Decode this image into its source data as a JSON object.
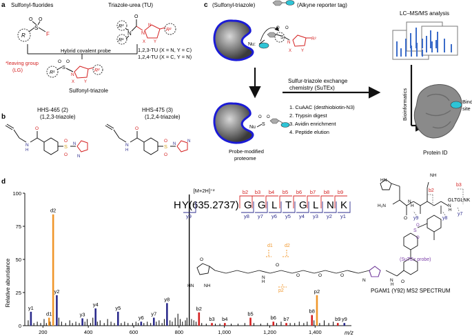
{
  "panel_a": {
    "letter": "a",
    "sulfonyl_fluorides": "Sulfonyl-fluorides",
    "triazole_urea": "Triazole-urea (TU)",
    "hybrid_probe": "Hybrid covalent probe",
    "tu_123": "1,2,3-TU (X = N, Y = C)",
    "tu_124": "1,2,4-TU (X = C, Y = N)",
    "leaving_group_1": "*leaving group",
    "leaving_group_2": "(LG)",
    "sulfonyl_triazole": "Sulfonyl-triazole",
    "atom_S": "S",
    "atom_F": "F",
    "atom_R": "R",
    "atom_R1": "R¹",
    "atom_R2": "R²",
    "atom_R3": "R³",
    "atom_N": "N",
    "atom_O": "O",
    "atom_X": "X",
    "atom_Y": "Y"
  },
  "panel_b": {
    "letter": "b",
    "probe1_name": "HHS-465 (2)",
    "probe1_sub": "(1,2,3-triazole)",
    "probe2_name": "HHS-475 (3)",
    "probe2_sub": "(1,2,4-triazole)",
    "atom_N": "N",
    "atom_H": "H",
    "atom_S": "S",
    "atom_O": "O"
  },
  "panel_c": {
    "letter": "c",
    "sulfonyl_triazole_tag": "(Sulfonyl-triazole)",
    "alkyne_tag": "(Alkyne reporter tag)",
    "nu": "Nu:",
    "nu2": "Nu",
    "sutex_1": "Sulfur-triazole exchange",
    "sutex_2": "chemistry (SuTEx)",
    "steps": [
      "1. CuAAC (desthiobiotin-N3)",
      "2. Trypsin digest",
      "3. Avidin enrichment",
      "4. Peptide elution"
    ],
    "probe_modified_1": "Probe-modified",
    "probe_modified_2": "proteome",
    "lcms": "LC–MS/MS analysis",
    "bioinformatics": "Bioinformatics",
    "binding_site_1": "Binding",
    "binding_site_2": "site ID",
    "protein_id": "Protein ID",
    "atom_R2": "R²",
    "atom_N": "N",
    "atom_X": "X",
    "atom_Y": "Y",
    "atom_S": "S",
    "atom_O": "O"
  },
  "panel_d": {
    "letter": "d",
    "precursor": "[M+2H]⁺²",
    "sequence_prefix": "H",
    "sequence_mod": "Y(635.2737)",
    "sequence_rest": [
      "G",
      "G",
      "L",
      "T",
      "G",
      "L",
      "N",
      "K"
    ],
    "b_ions": [
      "b2",
      "b3",
      "b4",
      "b5",
      "b6",
      "b7",
      "b8",
      "b9"
    ],
    "y_ions": [
      "y9",
      "y8",
      "y7",
      "y6",
      "y5",
      "y4",
      "y3",
      "y2",
      "y1"
    ],
    "peptide_label": "GLTGLNK",
    "sutex_probe": "(SuTEx probe)",
    "spectrum_title": "PGAM1 (Y92) MS2 SPECTRUM",
    "fragment_labels": {
      "d1": "d1",
      "d2": "d2",
      "p2": "p2",
      "b2": "b2",
      "b3": "b3",
      "y9": "y9",
      "y8": "y8",
      "y7": "y7"
    },
    "struct_atoms": {
      "HN": "HN",
      "NH": "NH",
      "H2N": "H₂N",
      "H": "H",
      "N": "N",
      "O": "O",
      "S": "S"
    }
  },
  "chart_data": {
    "type": "bar",
    "xlabel": "m/z",
    "ylabel": "Relative abundance",
    "xlim": [
      120,
      1560
    ],
    "ylim": [
      0,
      100
    ],
    "x_ticks": [
      200,
      400,
      600,
      800,
      1000,
      1200,
      1400
    ],
    "x_tick_labels": [
      "200",
      "400",
      "600",
      "800",
      "1,000",
      "1,200",
      "1,400"
    ],
    "y_ticks": [
      0,
      25,
      50,
      75,
      100
    ],
    "colors": {
      "y": "#2b2b8c",
      "b": "#d42020",
      "d": "#f0962a",
      "other": "#000000"
    },
    "annotated_peaks": [
      {
        "label": "y1",
        "mz": 147,
        "intensity": 10.5,
        "ion": "y"
      },
      {
        "label": "d1",
        "mz": 227,
        "intensity": 6,
        "ion": "d"
      },
      {
        "label": "d2",
        "mz": 245,
        "intensity": 84,
        "ion": "d"
      },
      {
        "label": "y2",
        "mz": 261,
        "intensity": 23,
        "ion": "y"
      },
      {
        "label": "y3",
        "mz": 374,
        "intensity": 5.5,
        "ion": "y"
      },
      {
        "label": "y4",
        "mz": 432,
        "intensity": 13,
        "ion": "y"
      },
      {
        "label": "y5",
        "mz": 531,
        "intensity": 10.5,
        "ion": "y"
      },
      {
        "label": "y6",
        "mz": 633,
        "intensity": 3,
        "ion": "y"
      },
      {
        "label": "y7",
        "mz": 689,
        "intensity": 6,
        "ion": "y"
      },
      {
        "label": "y8",
        "mz": 747,
        "intensity": 17,
        "ion": "y"
      },
      {
        "label": "[M+2H]⁺²",
        "mz": 845,
        "intensity": 99,
        "ion": "other"
      },
      {
        "label": "b2",
        "mz": 888,
        "intensity": 10,
        "ion": "b"
      },
      {
        "label": "b3",
        "mz": 945,
        "intensity": 2,
        "ion": "b"
      },
      {
        "label": "b4",
        "mz": 1002,
        "intensity": 2,
        "ion": "b"
      },
      {
        "label": "b5",
        "mz": 1115,
        "intensity": 6,
        "ion": "b"
      },
      {
        "label": "b6",
        "mz": 1216,
        "intensity": 3,
        "ion": "b"
      },
      {
        "label": "b7",
        "mz": 1273,
        "intensity": 2,
        "ion": "b"
      },
      {
        "label": "b8",
        "mz": 1386,
        "intensity": 8,
        "ion": "b"
      },
      {
        "label": "p2",
        "mz": 1408,
        "intensity": 23,
        "ion": "d"
      },
      {
        "label": "b9",
        "mz": 1500,
        "intensity": 2,
        "ion": "b"
      },
      {
        "label": "y9",
        "mz": 1529,
        "intensity": 2,
        "ion": "y"
      }
    ],
    "background_peaks": [
      [
        135,
        4
      ],
      [
        160,
        2
      ],
      [
        175,
        3
      ],
      [
        190,
        2
      ],
      [
        205,
        5
      ],
      [
        215,
        2
      ],
      [
        232,
        3
      ],
      [
        270,
        6
      ],
      [
        282,
        3
      ],
      [
        300,
        2
      ],
      [
        318,
        4
      ],
      [
        330,
        2
      ],
      [
        345,
        3
      ],
      [
        360,
        2
      ],
      [
        385,
        3
      ],
      [
        395,
        5
      ],
      [
        410,
        2
      ],
      [
        420,
        6
      ],
      [
        440,
        3
      ],
      [
        452,
        4
      ],
      [
        470,
        2
      ],
      [
        485,
        5
      ],
      [
        500,
        3
      ],
      [
        515,
        2
      ],
      [
        545,
        2
      ],
      [
        560,
        3
      ],
      [
        575,
        2
      ],
      [
        595,
        2
      ],
      [
        610,
        3
      ],
      [
        620,
        2
      ],
      [
        645,
        2
      ],
      [
        660,
        3
      ],
      [
        675,
        2
      ],
      [
        700,
        3
      ],
      [
        712,
        4
      ],
      [
        725,
        2
      ],
      [
        735,
        5
      ],
      [
        760,
        4
      ],
      [
        770,
        3
      ],
      [
        783,
        6
      ],
      [
        795,
        9
      ],
      [
        805,
        5
      ],
      [
        815,
        3
      ],
      [
        828,
        4
      ],
      [
        835,
        6
      ],
      [
        855,
        5
      ],
      [
        865,
        4
      ],
      [
        875,
        3
      ],
      [
        900,
        2
      ],
      [
        920,
        1.5
      ],
      [
        960,
        1.5
      ],
      [
        980,
        1.5
      ],
      [
        1030,
        1.5
      ],
      [
        1060,
        1.5
      ],
      [
        1090,
        2
      ],
      [
        1130,
        2
      ],
      [
        1160,
        1.5
      ],
      [
        1190,
        2
      ],
      [
        1230,
        2
      ],
      [
        1250,
        3
      ],
      [
        1290,
        2
      ],
      [
        1310,
        2
      ],
      [
        1330,
        3
      ],
      [
        1350,
        2
      ],
      [
        1365,
        3
      ],
      [
        1395,
        4
      ],
      [
        1420,
        2
      ],
      [
        1440,
        4
      ],
      [
        1460,
        2
      ],
      [
        1480,
        3
      ]
    ]
  }
}
